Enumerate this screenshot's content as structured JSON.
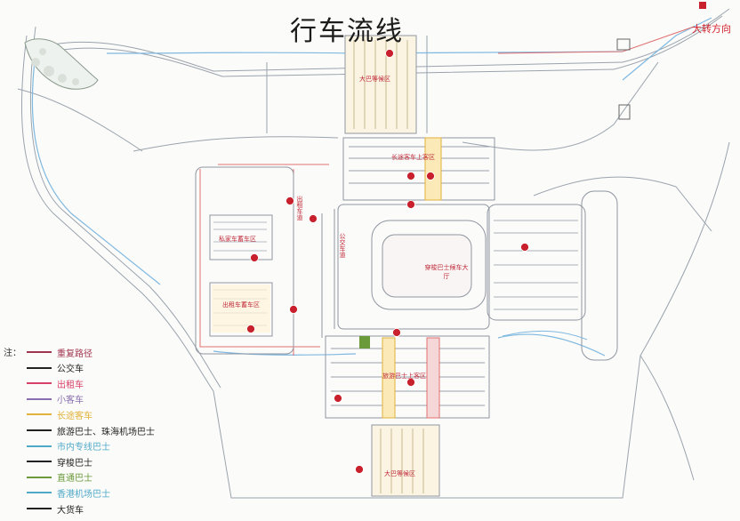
{
  "title": "行车流线",
  "direction_label": "大转方向",
  "legend": {
    "prefix": "注：",
    "items": [
      {
        "label": "重复路径",
        "color": "#a0344f"
      },
      {
        "label": "公交车",
        "color": "#222222"
      },
      {
        "label": "出租车",
        "color": "#d8406a"
      },
      {
        "label": "小客车",
        "color": "#8a6fb0"
      },
      {
        "label": "长途客车",
        "color": "#e2b23a"
      },
      {
        "label": "旅游巴士、珠海机场巴士",
        "color": "#222222"
      },
      {
        "label": "市内专线巴士",
        "color": "#4fa9c9"
      },
      {
        "label": "穿梭巴士",
        "color": "#222222"
      },
      {
        "label": "直通巴士",
        "color": "#6a9a3a"
      },
      {
        "label": "香港机场巴士",
        "color": "#4fa9c9"
      },
      {
        "label": "大货车",
        "color": "#222222"
      }
    ]
  },
  "area_labels": {
    "north_top": "大巴等候区",
    "north_ticket": "长途客车上客区",
    "west_upper": "私家车蓄车区",
    "west_lower": "出租车蓄车区",
    "west_lane": "出租车道",
    "center_lane": "公交车道",
    "center_hall": "穿梭巴士候车大厅",
    "south_bottom": "大巴等候区",
    "south_mid": "旅游巴士上客区"
  },
  "colors": {
    "marker": "#c8202c",
    "road": "#9aa3ad",
    "route_blue": "#7fb8e0",
    "accent_orange": "#f0c64a",
    "accent_red": "#e07070"
  }
}
